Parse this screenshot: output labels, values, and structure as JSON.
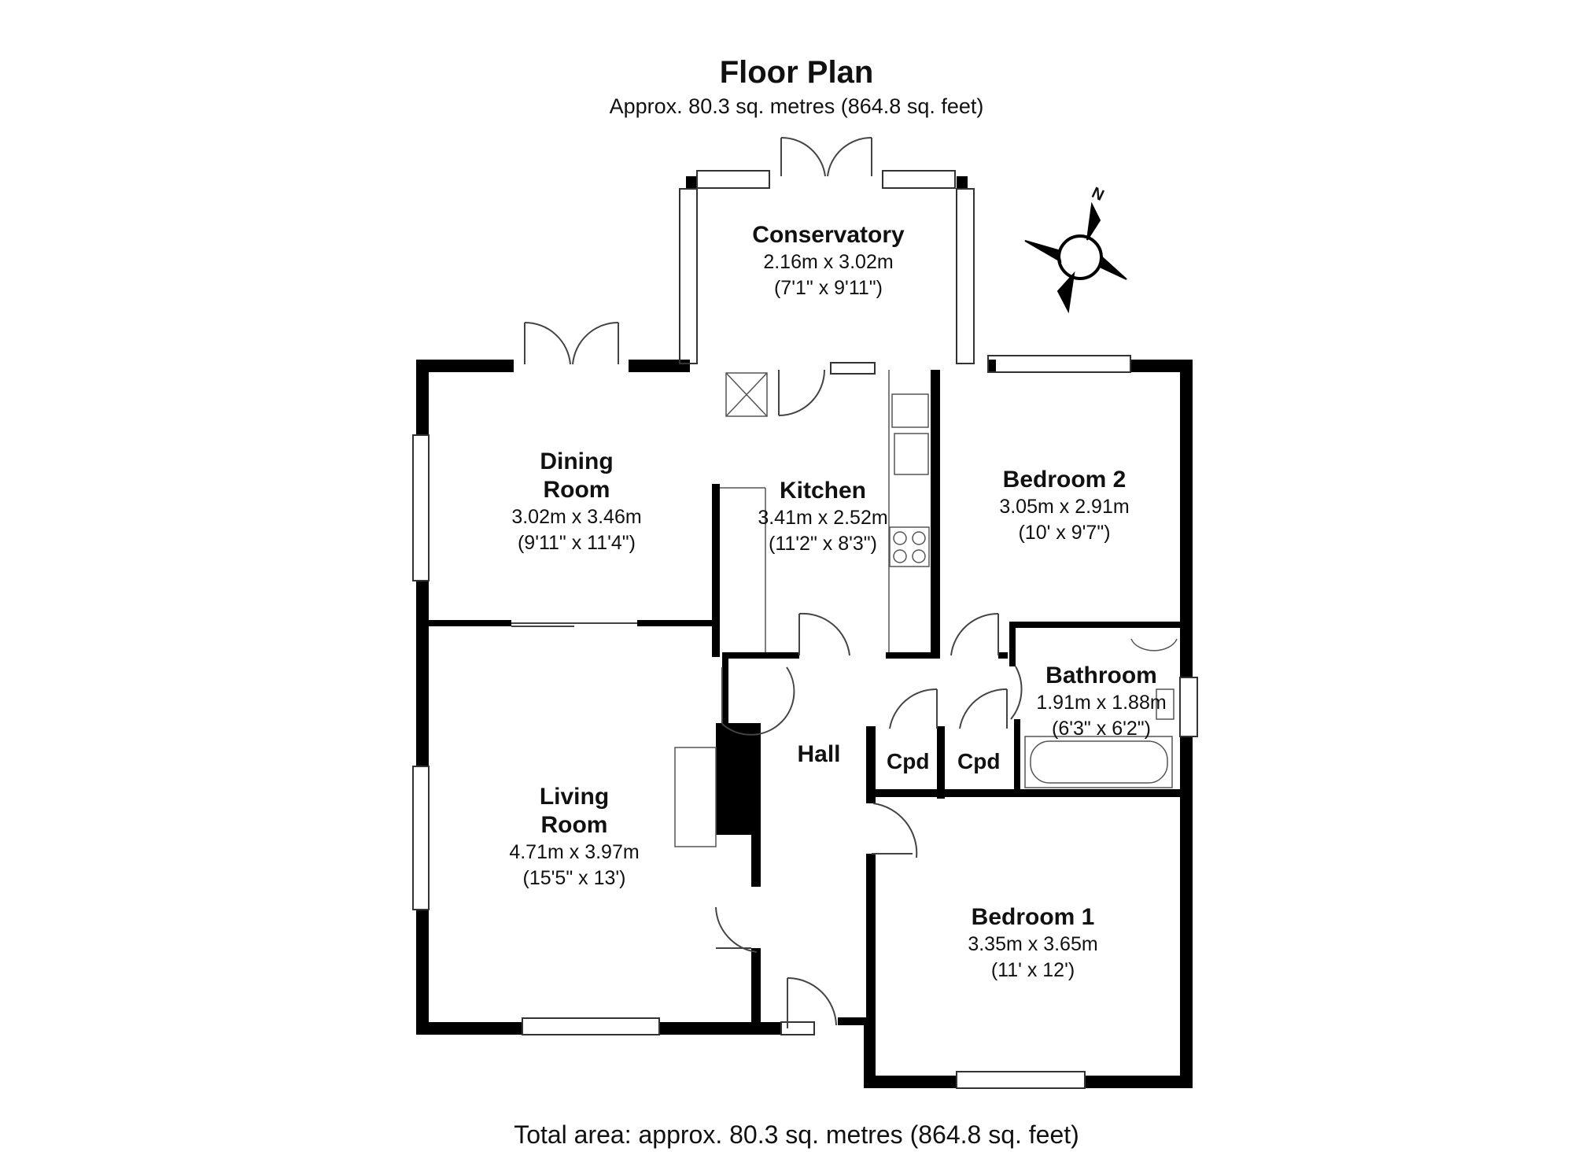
{
  "header": {
    "title": "Floor Plan",
    "subtitle": "Approx.  80.3 sq. metres (864.8 sq. feet)"
  },
  "rooms": {
    "conservatory": {
      "name": "Conservatory",
      "metric": "2.16m x 3.02m",
      "imperial": "(7'1\" x 9'11\")"
    },
    "dining": {
      "name1": "Dining",
      "name2": "Room",
      "metric": "3.02m x 3.46m",
      "imperial": "(9'11\" x 11'4\")"
    },
    "kitchen": {
      "name": "Kitchen",
      "metric": "3.41m x 2.52m",
      "imperial": "(11'2\" x 8'3\")"
    },
    "bedroom2": {
      "name": "Bedroom 2",
      "metric": "3.05m x 2.91m",
      "imperial": "(10' x 9'7\")"
    },
    "bathroom": {
      "name": "Bathroom",
      "metric": "1.91m x 1.88m",
      "imperial": "(6'3\" x 6'2\")"
    },
    "living": {
      "name1": "Living",
      "name2": "Room",
      "metric": "4.71m x 3.97m",
      "imperial": "(15'5\" x 13')"
    },
    "hall": {
      "name": "Hall"
    },
    "cpd1": {
      "name": "Cpd"
    },
    "cpd2": {
      "name": "Cpd"
    },
    "bedroom1": {
      "name": "Bedroom 1",
      "metric": "3.35m x 3.65m",
      "imperial": "(11' x 12')"
    }
  },
  "compass": {
    "label": "N",
    "icon": "compass-rose-icon"
  },
  "footer": {
    "total": "Total area: approx.  80.3 sq. metres (864.8 sq. feet)"
  },
  "colors": {
    "wall": "#000000",
    "background": "#ffffff",
    "line": "#444444"
  }
}
